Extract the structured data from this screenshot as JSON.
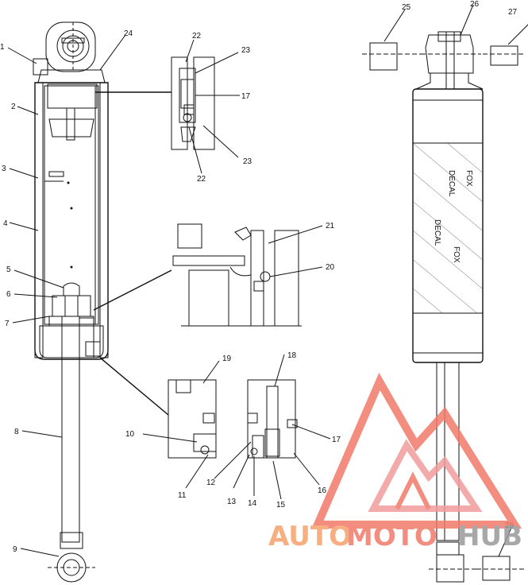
{
  "callouts": [
    {
      "id": "c1",
      "label": "1"
    },
    {
      "id": "c2",
      "label": "2"
    },
    {
      "id": "c3",
      "label": "3"
    },
    {
      "id": "c4",
      "label": "4"
    },
    {
      "id": "c5",
      "label": "5"
    },
    {
      "id": "c6",
      "label": "6"
    },
    {
      "id": "c7",
      "label": "7"
    },
    {
      "id": "c8",
      "label": "8"
    },
    {
      "id": "c9",
      "label": "9"
    },
    {
      "id": "c10",
      "label": "10"
    },
    {
      "id": "c11",
      "label": "11"
    },
    {
      "id": "c12",
      "label": "12"
    },
    {
      "id": "c13",
      "label": "13"
    },
    {
      "id": "c14",
      "label": "14"
    },
    {
      "id": "c15",
      "label": "15"
    },
    {
      "id": "c16",
      "label": "16"
    },
    {
      "id": "c17a",
      "label": "17"
    },
    {
      "id": "c17b",
      "label": "17"
    },
    {
      "id": "c18",
      "label": "18"
    },
    {
      "id": "c19",
      "label": "19"
    },
    {
      "id": "c20",
      "label": "20"
    },
    {
      "id": "c21",
      "label": "21"
    },
    {
      "id": "c22a",
      "label": "22"
    },
    {
      "id": "c22b",
      "label": "22"
    },
    {
      "id": "c23a",
      "label": "23"
    },
    {
      "id": "c23b",
      "label": "23"
    },
    {
      "id": "c24",
      "label": "24"
    },
    {
      "id": "c25",
      "label": "25"
    },
    {
      "id": "c26",
      "label": "26"
    },
    {
      "id": "c27",
      "label": "27"
    },
    {
      "id": "c28",
      "label": "28"
    }
  ],
  "decal": {
    "line1": "FOX",
    "line2": "DECAL"
  },
  "watermark": {
    "part1": "AUTO",
    "part2": "MOTO",
    "part3": "HUB",
    "colors": {
      "orange": "#f6a06b",
      "red": "#f07a6a",
      "pink": "#f29c9c",
      "gray": "#9a9a9a"
    }
  }
}
